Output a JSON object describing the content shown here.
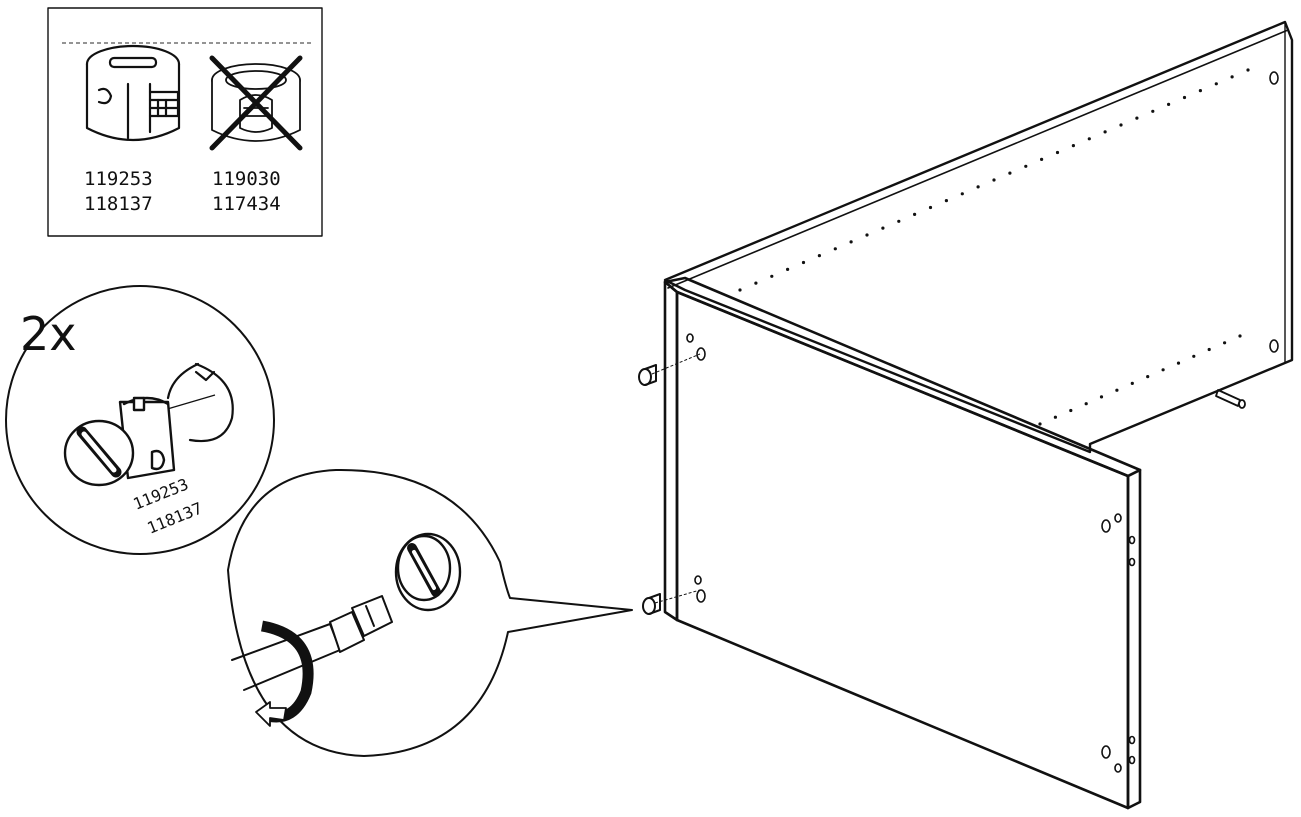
{
  "legend": {
    "correct_part": {
      "codes": [
        "119253",
        "118137"
      ]
    },
    "incorrect_part": {
      "codes": [
        "119030",
        "117434"
      ]
    }
  },
  "detail_circle": {
    "quantity": "2x",
    "part_codes": [
      "119253",
      "118137"
    ]
  },
  "icons": [
    "cam-lock-fitting-icon",
    "crossed-out-cam-lock-icon",
    "flat-screwdriver-icon",
    "rotation-arrow-icon",
    "wooden-dowel-icon",
    "cabinet-panel-icon"
  ],
  "colors": {
    "ink": "#111111",
    "background": "#ffffff"
  }
}
